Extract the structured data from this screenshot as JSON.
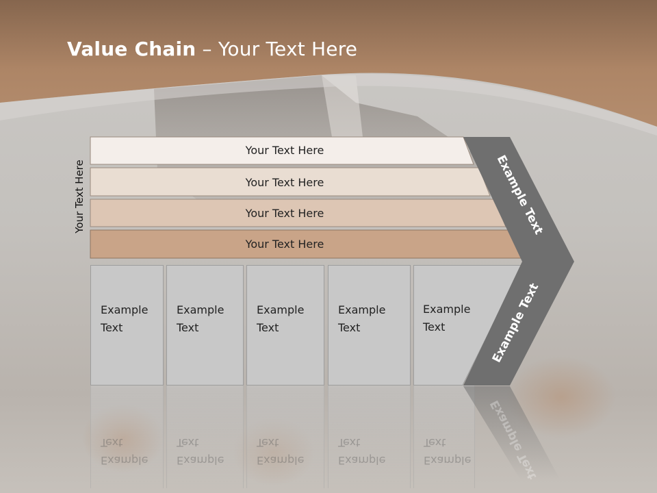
{
  "slide": {
    "title_bold": "Value Chain",
    "title_rest": " – Your Text Here",
    "side_label": "Your Text Here"
  },
  "rows": [
    {
      "label": "Your Text Here",
      "color": "#f4eeea"
    },
    {
      "label": "Your Text Here",
      "color": "#e9ddd2"
    },
    {
      "label": "Your Text Here",
      "color": "#ddc6b4"
    },
    {
      "label": "Your Text Here",
      "color": "#c9a488"
    }
  ],
  "columns": [
    {
      "text": "Example\nText"
    },
    {
      "text": "Example\nText"
    },
    {
      "text": "Example\nText"
    },
    {
      "text": "Example\nText"
    },
    {
      "text": "Example\nText"
    }
  ],
  "chevron": {
    "upper_label": "Example Text",
    "lower_label": "Example Text",
    "color": "#6f6f6f"
  },
  "colors": {
    "header_band": "#a8805f",
    "background": "#c6c3bf",
    "accent": "#c9a488"
  }
}
